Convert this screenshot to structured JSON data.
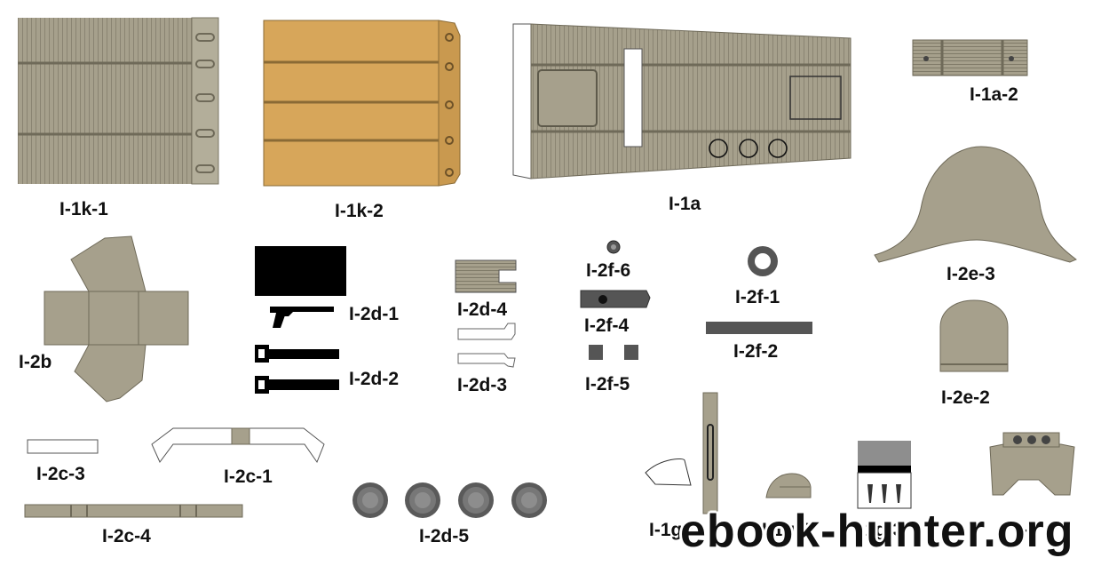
{
  "labels": {
    "i1k1": "I-1k-1",
    "i1k2": "I-1k-2",
    "i1a": "I-1a",
    "i1a2": "I-1a-2",
    "i2b": "I-2b",
    "i2d1": "I-2d-1",
    "i2d2": "I-2d-2",
    "i2d4": "I-2d-4",
    "i2d3": "I-2d-3",
    "i2f6": "I-2f-6",
    "i2f4": "I-2f-4",
    "i2f5": "I-2f-5",
    "i2f1": "I-2f-1",
    "i2f2": "I-2f-2",
    "i2e3": "I-2e-3",
    "i2e2": "I-2e-2",
    "i2c3": "I-2c-3",
    "i2c1": "I-2c-1",
    "i2c4": "I-2c-4",
    "i2d5": "I-2d-5",
    "i1gd": "I-1g-d",
    "i1g2": "I-1g-2",
    "i1g3": "I-1g-3",
    "i1": "I-1"
  },
  "watermark": "ebook-hunter.org",
  "colors": {
    "gray_part": "#a6a08c",
    "tan_part": "#d7a65a",
    "dark_part": "#555555",
    "black_part": "#000000"
  }
}
